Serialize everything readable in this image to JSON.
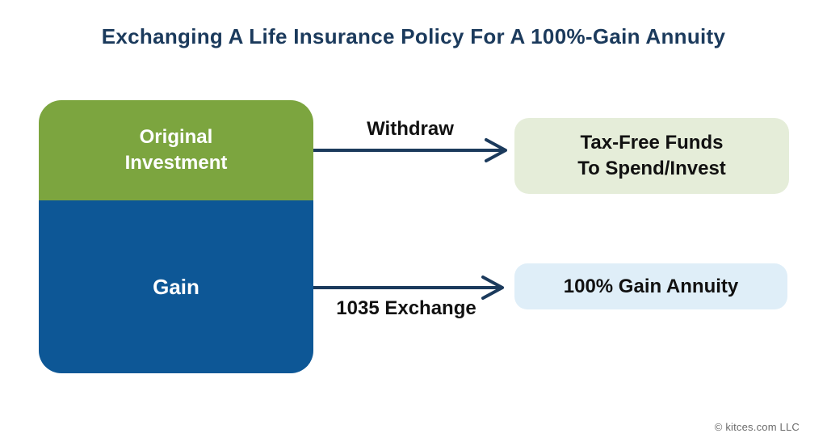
{
  "title": "Exchanging A Life Insurance Policy For A 100%-Gain Annuity",
  "diagram": {
    "source_block": {
      "top_label": "Original\nInvestment",
      "bottom_label": "Gain"
    },
    "flows": [
      {
        "label": "Withdraw",
        "target": "Tax-Free Funds\nTo Spend/Invest"
      },
      {
        "label": "1035 Exchange",
        "target": "100% Gain Annuity"
      }
    ]
  },
  "footer": {
    "copyright": "© kitces.com LLC"
  },
  "colors": {
    "title_navy": "#1B3A5C",
    "green_block": "#7CA53F",
    "blue_block": "#0D5796",
    "arrow": "#1B3A5C",
    "light_green_box": "#E5EDD9",
    "light_blue_box": "#DFEEF8",
    "label_black": "#111111",
    "footer_gray": "#6b6b6b"
  }
}
